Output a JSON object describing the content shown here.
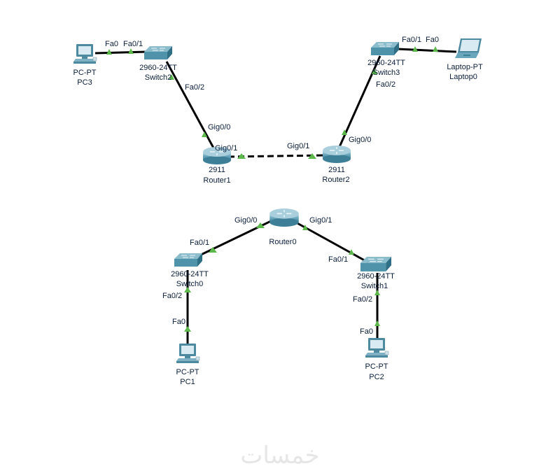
{
  "devices": {
    "pc3": {
      "model": "PC-PT",
      "name": "PC3"
    },
    "switch2": {
      "model": "2960-24TT",
      "name": "Switch2"
    },
    "switch3": {
      "model": "2960-24TT",
      "name": "Switch3"
    },
    "laptop0": {
      "model": "Laptop-PT",
      "name": "Laptop0"
    },
    "router1": {
      "model": "2911",
      "name": "Router1"
    },
    "router2": {
      "model": "2911",
      "name": "Router2"
    },
    "router0": {
      "name": "Router0"
    },
    "switch0": {
      "model": "2960-24TT",
      "name": "Switch0"
    },
    "switch1": {
      "model": "2960-24TT",
      "name": "Switch1"
    },
    "pc1": {
      "model": "PC-PT",
      "name": "PC1"
    },
    "pc2": {
      "model": "PC-PT",
      "name": "PC2"
    }
  },
  "links": {
    "pc3_switch2": {
      "a": "Fa0",
      "b": "Fa0/1",
      "style": "solid"
    },
    "switch2_router1": {
      "a": "Fa0/2",
      "b": "Gig0/0",
      "style": "solid"
    },
    "router1_router2": {
      "a": "Gig0/1",
      "b": "Gig0/1",
      "style": "dashed"
    },
    "router2_switch3": {
      "a": "Gig0/0",
      "b": "Fa0/2",
      "style": "solid"
    },
    "switch3_laptop0": {
      "a": "Fa0/1",
      "b": "Fa0",
      "style": "solid"
    },
    "router0_switch0": {
      "a": "Gig0/0",
      "b": "Fa0/1",
      "style": "solid"
    },
    "router0_switch1": {
      "a": "Gig0/1",
      "b": "Fa0/1",
      "style": "solid"
    },
    "switch0_pc1": {
      "a": "Fa0/2",
      "b": "Fa0",
      "style": "solid"
    },
    "switch1_pc2": {
      "a": "Fa0/2",
      "b": "Fa0",
      "style": "solid"
    }
  },
  "colors": {
    "link_up": "#5cb84a",
    "device": "#4a90a8"
  },
  "watermark": "خمسات"
}
